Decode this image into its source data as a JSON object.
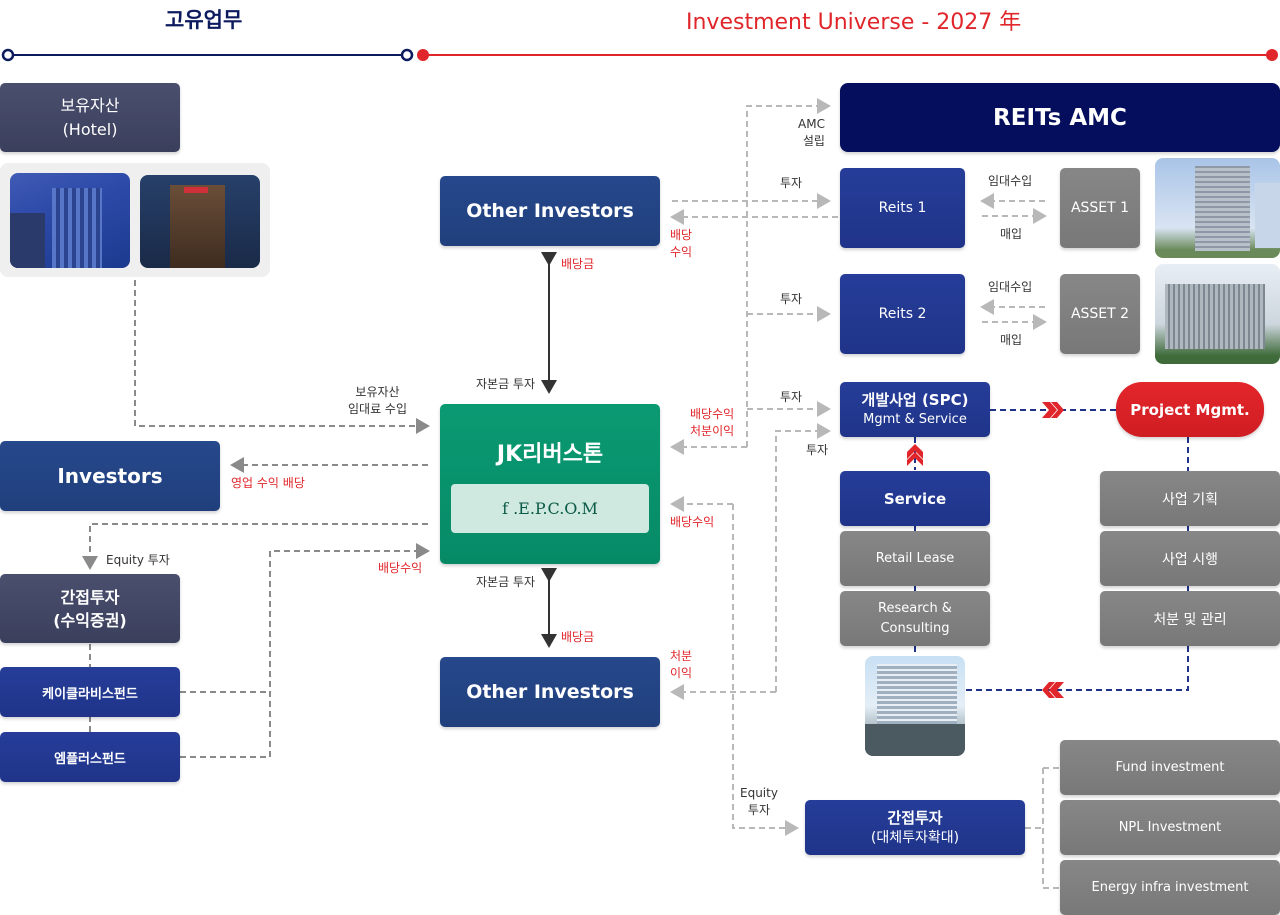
{
  "header": {
    "left_title": "고유업무",
    "right_title": "Investment Universe - 2027 年",
    "left_color": "#0c1a5e",
    "right_color": "#e0262a"
  },
  "left": {
    "holding_box": [
      "보유자산",
      "(Hotel)"
    ],
    "hotel_photos": [
      "hotel-photo-1",
      "hotel-photo-2"
    ],
    "holding_income_label": [
      "보유자산",
      "임대료 수입"
    ],
    "investors_box": "Investors",
    "operating_dividend_label": "영업 수익 배당",
    "equity_label": "Equity 투자",
    "indirect_box": [
      "간접투자",
      "(수익증권)"
    ],
    "fund_1": "케이클라비스펀드",
    "fund_2": "엠플러스펀드",
    "fund_dividend_label": "배당수익"
  },
  "center": {
    "other_investors_top": "Other Investors",
    "dividend_top": "배당금",
    "capital_top": "자본금 투자",
    "company_name": "JK리버스톤",
    "company_sub": "f .E.P.C.O.M",
    "capital_bottom": "자본금 투자",
    "dividend_bottom": "배당금",
    "other_investors_bottom": "Other Investors",
    "label_dividend_income_top": [
      "배당",
      "수익"
    ],
    "label_dividend_disposal": [
      "배당수익",
      "처분이익"
    ],
    "label_dividend_income_mid": "배당수익",
    "label_disposal_gain": [
      "처분",
      "이익"
    ]
  },
  "right": {
    "amc_box": "REITs AMC",
    "amc_label": [
      "AMC",
      "설립"
    ],
    "invest_label": "투자",
    "reits": [
      {
        "name": "Reits 1",
        "asset": "ASSET 1",
        "rent_label": "임대수입",
        "buy_label": "매입"
      },
      {
        "name": "Reits 2",
        "asset": "ASSET 2",
        "rent_label": "임대수입",
        "buy_label": "매입"
      }
    ],
    "spc_box": [
      "개발사업 (SPC)",
      "Mgmt & Service"
    ],
    "project_mgmt": "Project Mgmt.",
    "service_box": "Service",
    "service_items": [
      "Retail Lease",
      "Research & Consulting"
    ],
    "project_steps": [
      "사업 기획",
      "사업 시행",
      "처분 및 관리"
    ],
    "equity_label": [
      "Equity",
      "투자"
    ],
    "alt_invest_box": [
      "간접투자",
      "(대체투자확대)"
    ],
    "alt_items": [
      "Fund investment",
      "NPL Investment",
      "Energy infra investment"
    ]
  }
}
